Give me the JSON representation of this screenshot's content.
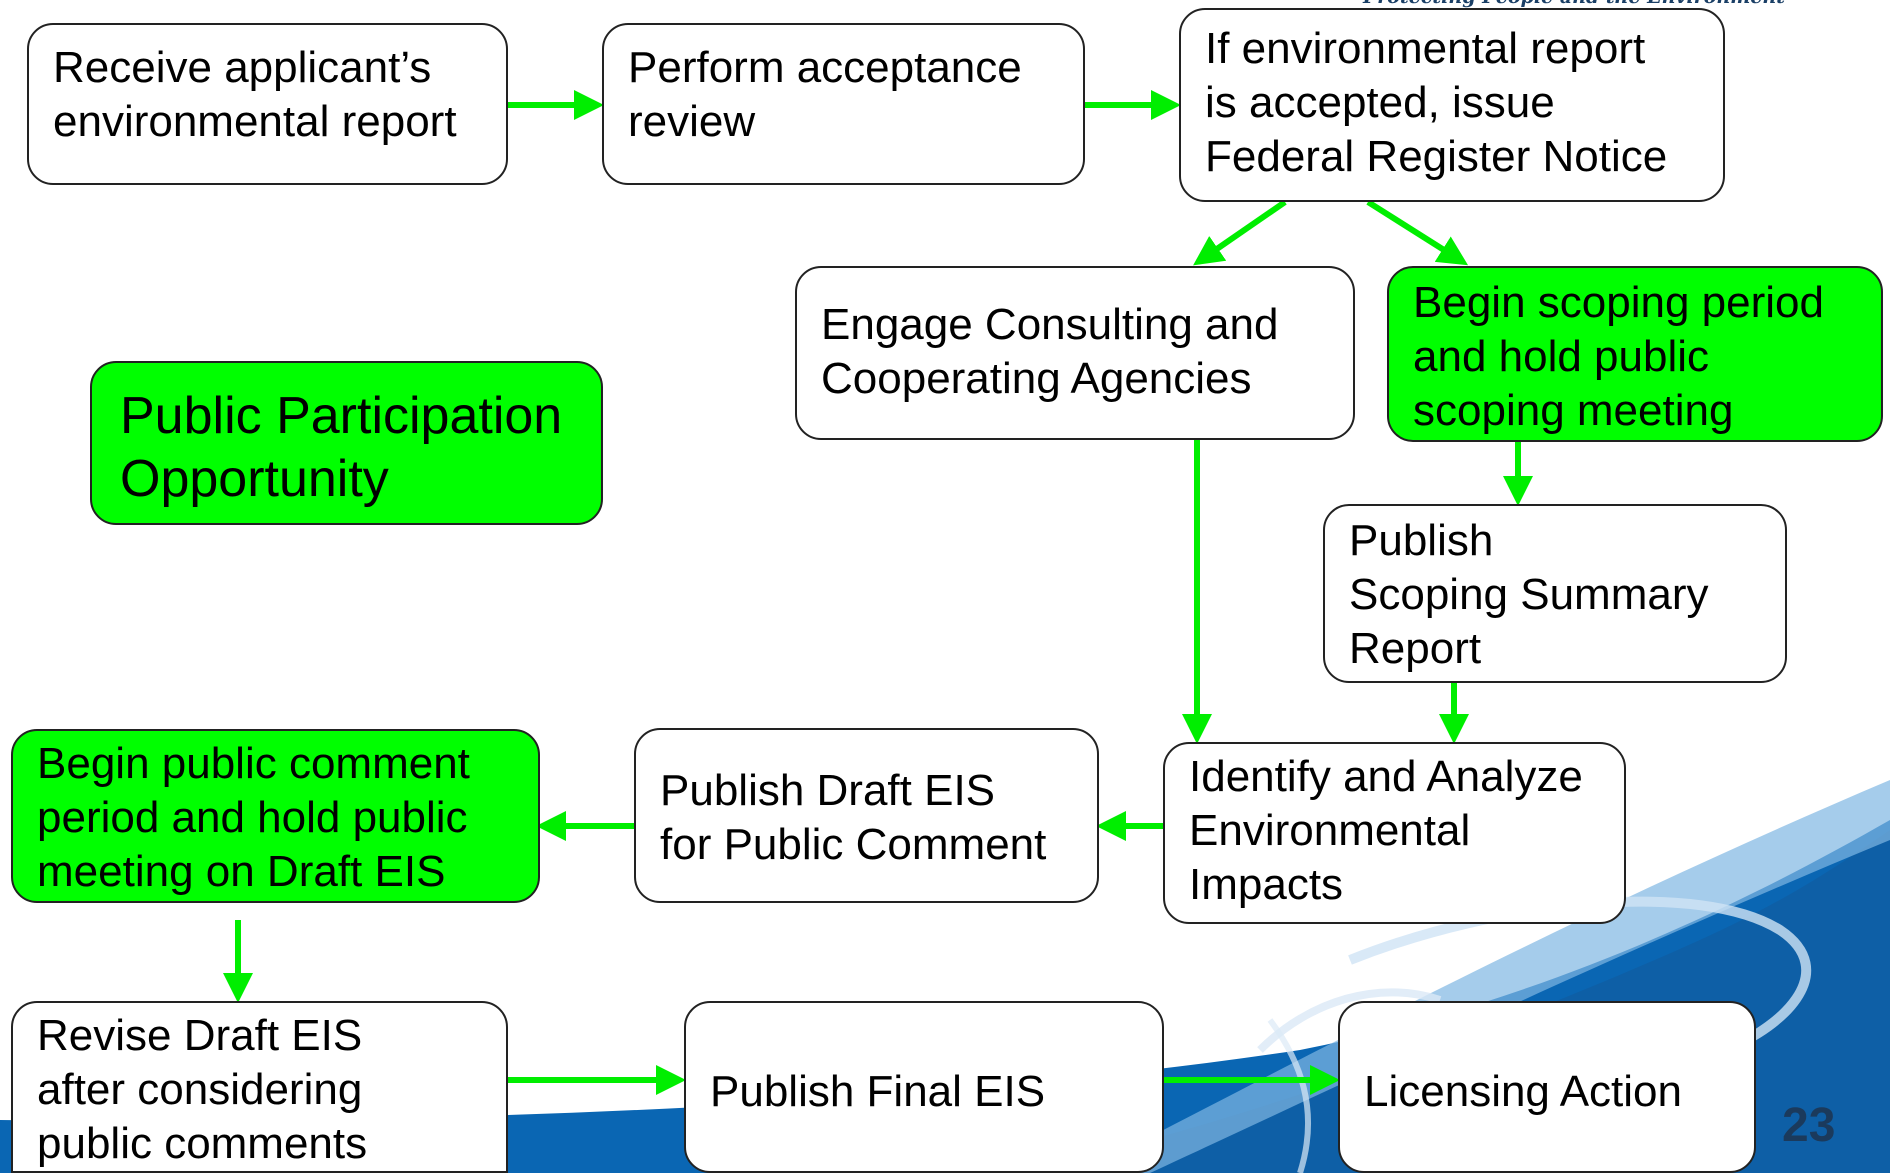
{
  "tagline": "Protecting People and the Environment",
  "page_number": "23",
  "legend": "Public Participation Opportunity",
  "colors": {
    "public_participation": "#00ff00",
    "arrow": "#00ee00",
    "box_border": "#222222",
    "brand_blue": "#0a66b3"
  },
  "steps": {
    "receive_report": "Receive applicant’s\nenvironmental report",
    "acceptance_review": "Perform acceptance\nreview",
    "issue_notice": "If environmental report\nis accepted, issue\nFederal Register Notice",
    "engage_agencies": " Engage Consulting and\nCooperating Agencies",
    "begin_scoping": "Begin scoping period\nand hold public\nscoping meeting",
    "scoping_summary": "Publish\nScoping Summary\nReport",
    "analyze_impacts": "Identify and Analyze\nEnvironmental\n Impacts",
    "publish_draft": "Publish Draft EIS\nfor Public Comment",
    "public_comment": "Begin public comment\nperiod and hold public\nmeeting on Draft EIS",
    "revise_draft": "Revise Draft EIS\nafter considering\n public comments",
    "publish_final": "Publish Final EIS",
    "licensing_action": "Licensing Action"
  }
}
